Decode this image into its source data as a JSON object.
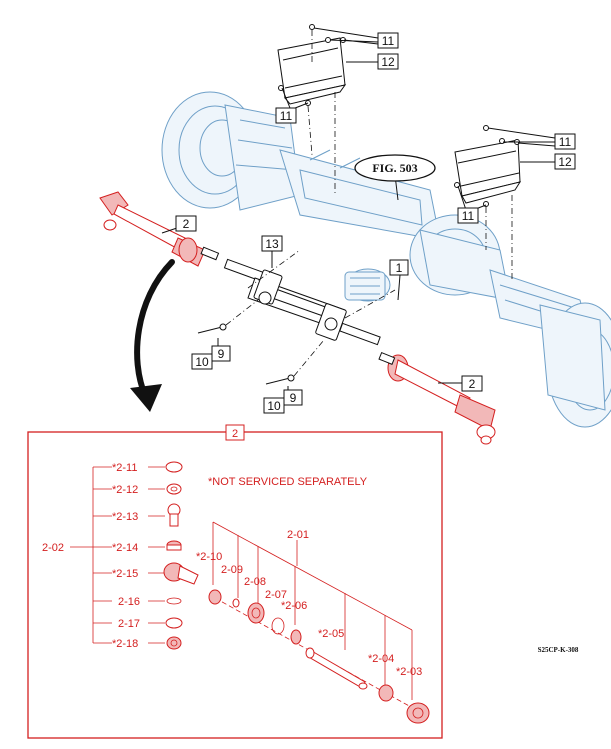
{
  "figure_ref": "FIG. 503",
  "drawing_code": "S25CP-K-308",
  "callouts": {
    "c1": "1",
    "c2": "2",
    "c9": "9",
    "c10": "10",
    "c11": "11",
    "c12": "12",
    "c13": "13"
  },
  "detail": {
    "title": "2",
    "note": "*NOT SERVICED SEPARATELY",
    "assembly_label": "2-02",
    "group_label": "2-01",
    "parts": {
      "p211": "*2-11",
      "p212": "*2-12",
      "p213": "*2-13",
      "p214": "*2-14",
      "p215": "*2-15",
      "p216": "2-16",
      "p217": "2-17",
      "p218": "*2-18",
      "p210": "*2-10",
      "p209": "2-09",
      "p208": "2-08",
      "p207": "2-07",
      "p206": "*2-06",
      "p205": "*2-05",
      "p204": "*2-04",
      "p203": "*2-03"
    }
  },
  "colors": {
    "axle": "#6fa0c8",
    "parts": "#111111",
    "detail": "#d42020"
  }
}
